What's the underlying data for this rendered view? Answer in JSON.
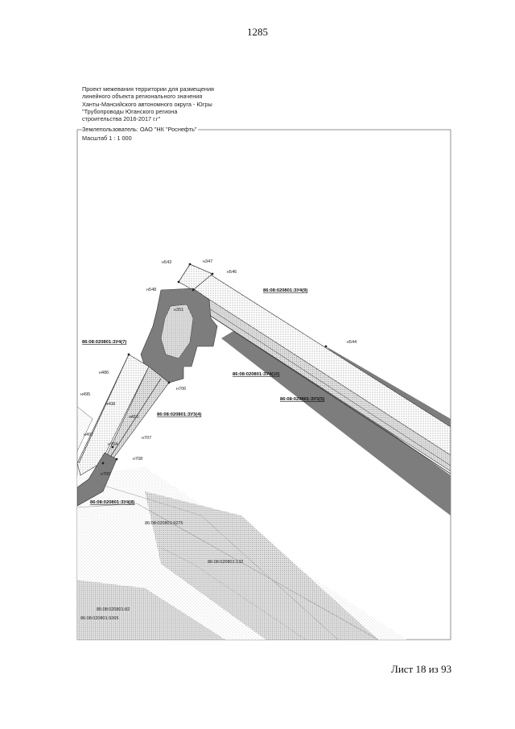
{
  "page_number": "1285",
  "header": {
    "lines": [
      "Проект межевания территории для размещения",
      "линейного объекта регионального значения",
      "Ханты-Мансийского автономного округа - Югры",
      "\"Трубопроводы Юганского региона",
      "строительства 2016-2017 г.г\""
    ],
    "land_user": "Землепользователь: ОАО \"НК \"Роснефть\"",
    "scale": "Масштаб 1 : 1 000"
  },
  "parcels": {
    "zu4_9": "86:08:020801:ЗУ4(9)",
    "zu4_7": "86:08:020801:ЗУ4(7)",
    "zu4_10": "86:08:020801:ЗУ4(10)",
    "zu3_5": "86:08:020801:ЗУ3(5)",
    "zu3_4": "86:08:020801:ЗУ3(4)",
    "zu4_8": "86:08:020801:ЗУ4(8)",
    "p275": "86:08:020801:9275",
    "p132": "86:08:020801:132",
    "p82": "86:08:020801:82",
    "p9265": "86:08:020801:9265"
  },
  "points": {
    "n543": "н543",
    "n347": "н347",
    "n546": "н546",
    "n548": "н548",
    "n351": "н351",
    "n544": "н544",
    "n486": "н486",
    "n495": "н495",
    "n408": "н408",
    "n706": "н706",
    "n497": "н497",
    "n410": "н410",
    "n707": "н707",
    "n704": "н704",
    "n708": "н708",
    "n705": "н705"
  },
  "sheet": "Лист 18 из 93"
}
